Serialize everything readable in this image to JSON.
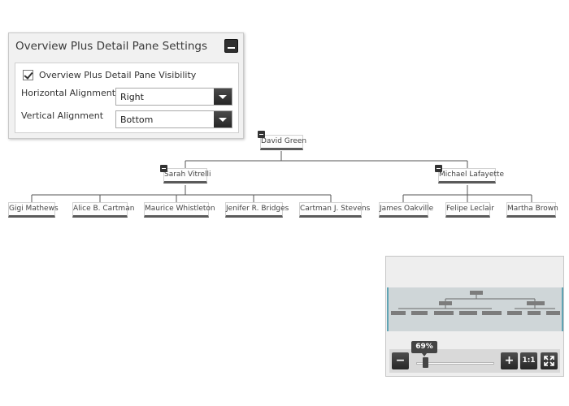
{
  "settings": {
    "title": "Overview Plus Detail Pane Settings",
    "visibility_label": "Overview Plus Detail Pane Visibility",
    "visibility_checked": true,
    "horizontal_label": "Horizontal Alignment",
    "horizontal_value": "Right",
    "vertical_label": "Vertical Alignment",
    "vertical_value": "Bottom"
  },
  "org": {
    "root": "David Green",
    "managers": [
      "Sarah Vitrelli",
      "Michael Lafayette"
    ],
    "sarah_reports": [
      "Gigi Mathews",
      "Alice B. Cartman",
      "Maurice Whistleton",
      "Jenifer R. Bridges",
      "Cartman J. Stevens"
    ],
    "michael_reports": [
      "James Oakville",
      "Felipe Leclair",
      "Martha Brown"
    ]
  },
  "overview": {
    "zoom_label": "69%",
    "zoom_fraction": 0.69,
    "zoom_out": "−",
    "zoom_in": "+",
    "actual_size": "1:1",
    "fit_icon": "fullscreen-icon"
  },
  "colors": {
    "node_border_bottom": "#5a5a5a",
    "viewport_accent": "#5fa4b4",
    "button_dark": "#2f2f2f"
  }
}
